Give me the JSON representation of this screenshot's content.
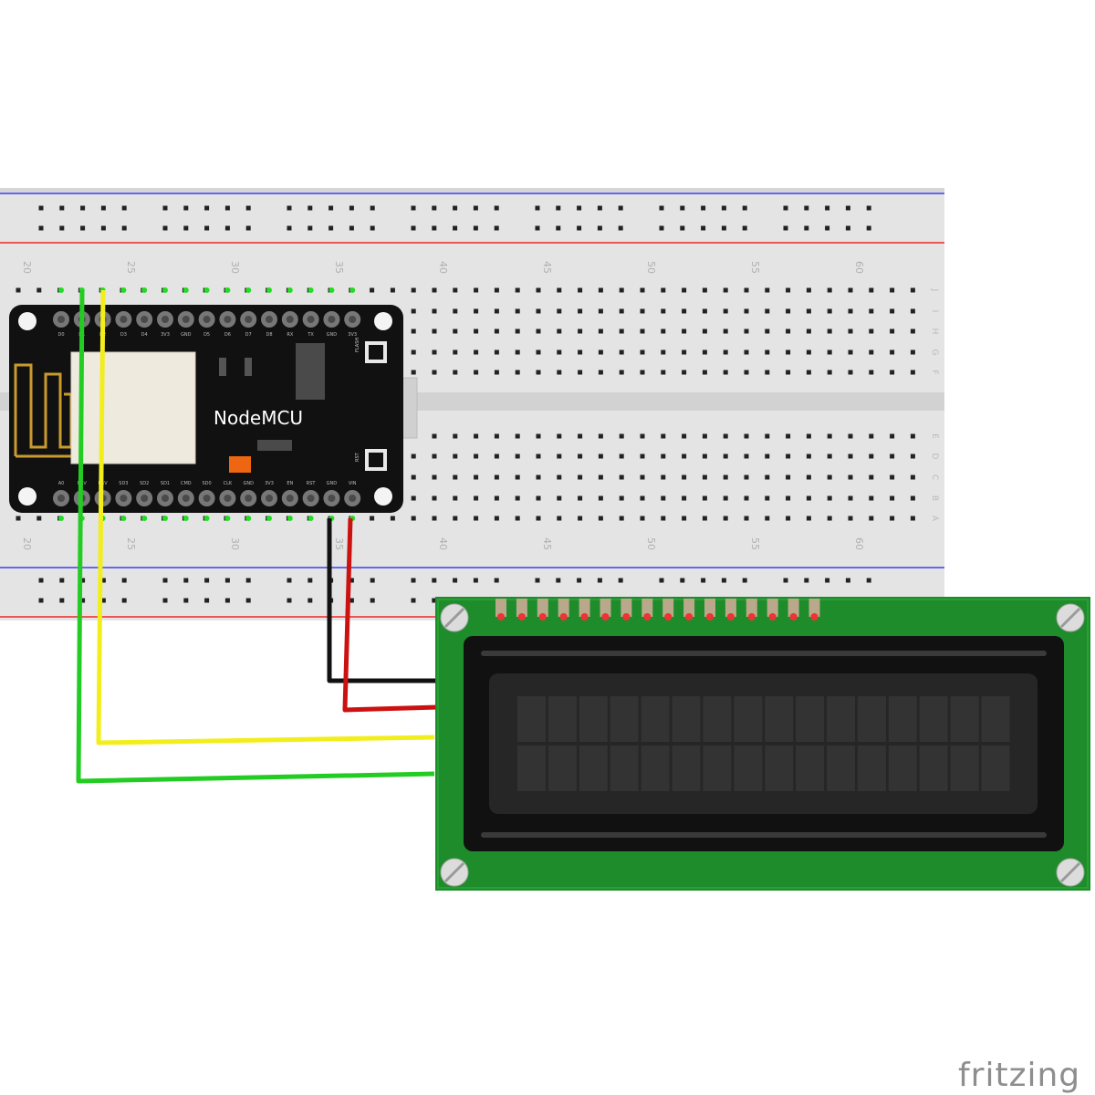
{
  "nodemcu": {
    "label": "NodeMCU",
    "top_pins": [
      "D0",
      "D1",
      "D2",
      "D3",
      "D4",
      "3V3",
      "GND",
      "D5",
      "D6",
      "D7",
      "D8",
      "RX",
      "TX",
      "GND",
      "3V3"
    ],
    "bottom_pins": [
      "A0",
      "RSV",
      "RSV",
      "SD3",
      "SD2",
      "SD1",
      "CMD",
      "SD0",
      "CLK",
      "GND",
      "3V3",
      "EN",
      "RST",
      "GND",
      "VIN"
    ],
    "button_top": "FLASH",
    "button_bottom": "RST"
  },
  "breadboard": {
    "column_numbers": [
      "20",
      "25",
      "30",
      "35",
      "40",
      "45",
      "50",
      "55",
      "60"
    ],
    "rows_top": [
      "J",
      "I",
      "H",
      "G",
      "F"
    ],
    "rows_bottom": [
      "E",
      "D",
      "C",
      "B",
      "A"
    ]
  },
  "wires": [
    {
      "name": "black",
      "color": "#111111"
    },
    {
      "name": "red",
      "color": "#cc1111"
    },
    {
      "name": "yellow",
      "color": "#f2ee1c"
    },
    {
      "name": "green",
      "color": "#22cc22"
    }
  ],
  "colors": {
    "breadboard": "#e4e4e4",
    "rail_blue": "#6666ee",
    "rail_red": "#ee5555",
    "board_black": "#111111",
    "lcd_pcb": "#1f8c2b",
    "lcd_screen": "#2b2b2b"
  },
  "watermark": "fritzing"
}
